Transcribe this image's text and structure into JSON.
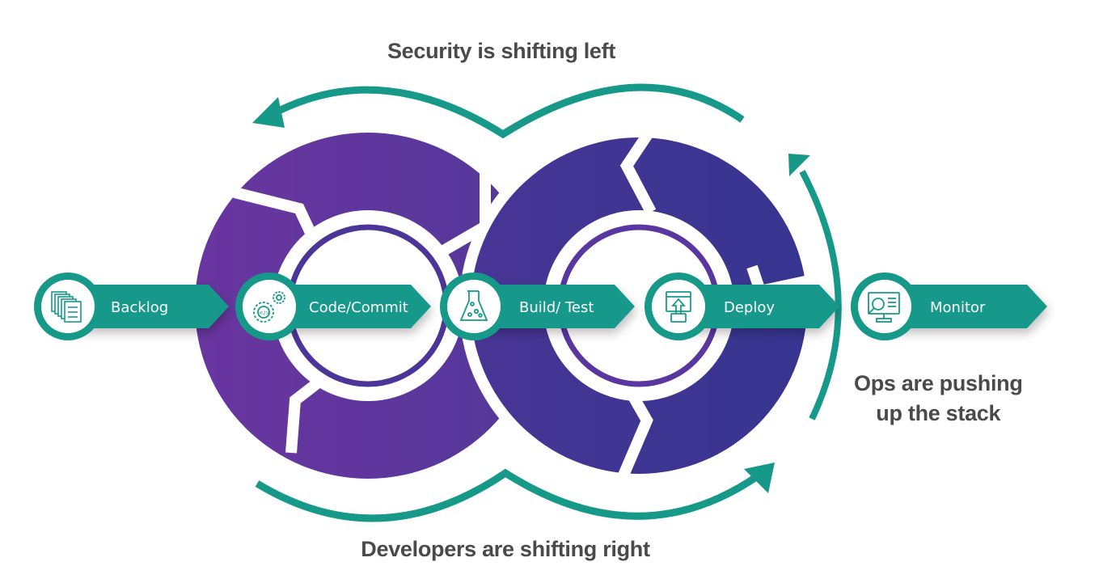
{
  "diagram": {
    "captions": {
      "security": "Security is shifting left",
      "developers": "Developers are shifting right",
      "ops_line1": "Ops are pushing",
      "ops_line2": "up the stack"
    },
    "stages": [
      {
        "label": "Backlog",
        "icon": "documents-stack-icon"
      },
      {
        "label": "Code/Commit",
        "icon": "gears-code-icon"
      },
      {
        "label": "Build/ Test",
        "icon": "flask-icon"
      },
      {
        "label": "Deploy",
        "icon": "browser-upload-icon"
      },
      {
        "label": "Monitor",
        "icon": "monitor-magnifier-icon"
      }
    ],
    "colors": {
      "teal": "#17998a",
      "purple_left": "#6a35a0",
      "purple_right": "#3a3590",
      "text": "#4a4a4a"
    }
  }
}
